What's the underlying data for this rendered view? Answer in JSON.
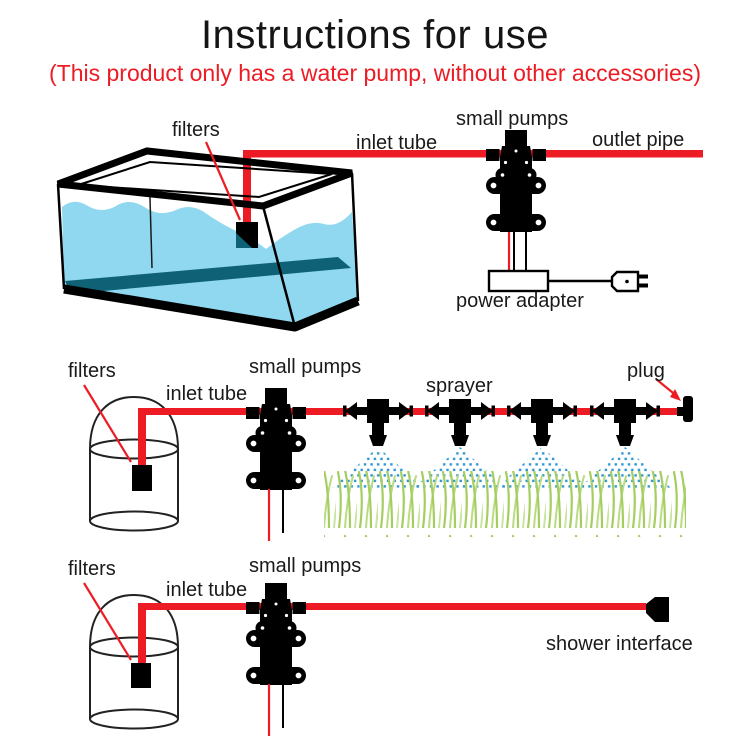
{
  "header": {
    "title": "Instructions for use",
    "subtitle": "(This product only has a water pump, without other accessories)"
  },
  "colors": {
    "tube_red": "#ed1c24",
    "component_black": "#000000",
    "water_blue": "#8fd8f0",
    "water_shadow_teal": "#0f6276",
    "mist_blue": "#2e96d2",
    "grass_green": "#a5cd60",
    "grass_green_light": "#c9e49e",
    "text_black": "#1a1a1a"
  },
  "diagrams": {
    "aquarium": {
      "labels": {
        "filters": "filters",
        "inlet_tube": "inlet tube",
        "small_pumps": "small pumps",
        "outlet_pipe": "outlet pipe",
        "power_adapter": "power adapter"
      }
    },
    "irrigation": {
      "sprayer_count": 4,
      "labels": {
        "filters": "filters",
        "inlet_tube": "inlet tube",
        "small_pumps": "small pumps",
        "sprayer": "sprayer",
        "plug": "plug"
      }
    },
    "shower": {
      "labels": {
        "filters": "filters",
        "inlet_tube": "inlet tube",
        "small_pumps": "small pumps",
        "shower_interface": "shower interface"
      }
    }
  }
}
